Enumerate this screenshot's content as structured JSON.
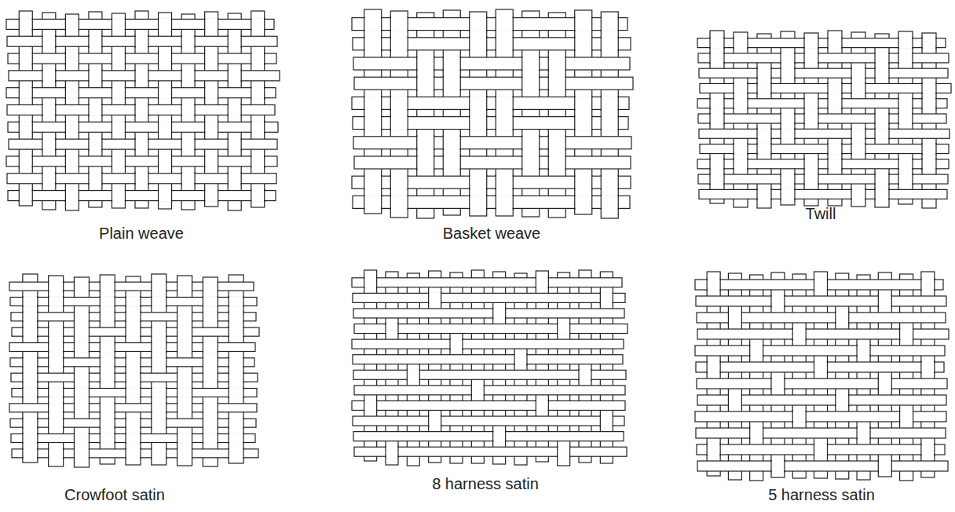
{
  "diagram": {
    "labels": [
      "Plain weave",
      "Basket weave",
      "Twill",
      "Crowfoot satin",
      "8 harness satin",
      "5 harness satin"
    ]
  }
}
